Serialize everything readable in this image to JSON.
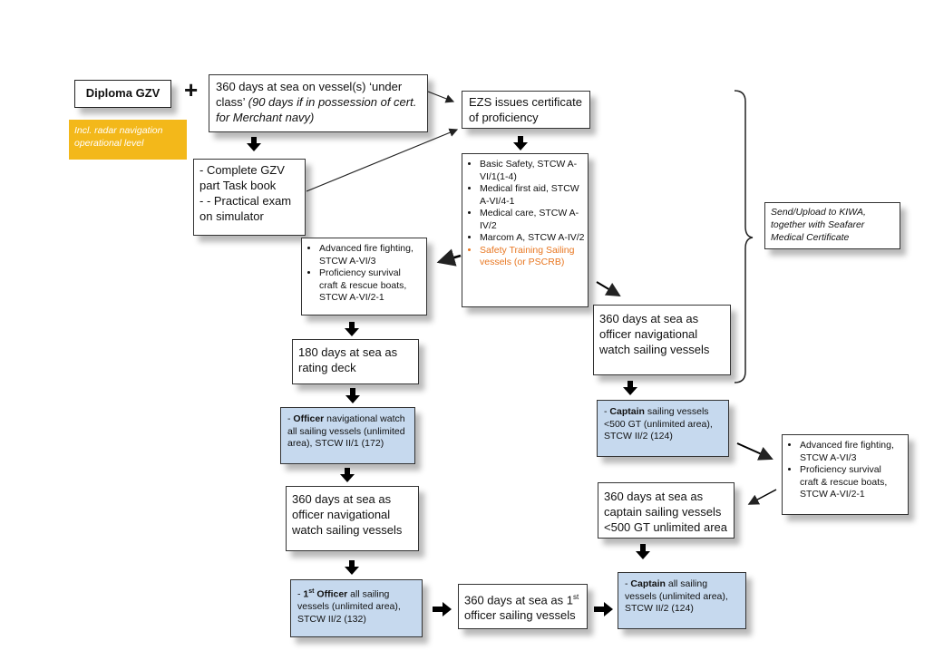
{
  "plus": "+",
  "diploma": "Diploma GZV",
  "radar_note": "Incl. radar navigation operational level",
  "under_class": {
    "main": "360 days at sea on vessel(s) ‘under class’ ",
    "italic": "(90 days if in possession of cert. for Merchant navy)"
  },
  "ezs": "EZS issues certificate of proficiency",
  "taskbook": [
    "- Complete GZV part Task book",
    "- - Practical exam on simulator"
  ],
  "courses_center": [
    "Basic Safety, STCW A-VI/1(1-4)",
    "Medical first aid, STCW A-VI/4-1",
    "Medical care, STCW A-IV/2",
    "Marcom A, STCW A-IV/2"
  ],
  "courses_center_orange": "Safety Training Sailing vessels (or PSCRB)",
  "courses_left": [
    "Advanced fire fighting, STCW A-VI/3",
    "Proficiency survival craft & rescue boats, STCW A-VI/2-1"
  ],
  "courses_right": [
    "Advanced fire fighting, STCW A-VI/3",
    "Proficiency survival craft & rescue boats, STCW A-VI/2-1"
  ],
  "kiwa": "Send/Upload to KIWA, together with Seafarer Medical Certificate",
  "sea_360_officer_right": "360 days at sea as officer navigational watch sailing vessels",
  "rating_180": "180 days at sea as rating deck",
  "officer_cert": {
    "prefix": "- ",
    "bold": "Officer",
    "rest": " navigational watch all sailing vessels (unlimited area), STCW II/1 (172)"
  },
  "captain500_cert": {
    "prefix": "- ",
    "bold": "Captain",
    "rest": " sailing vessels <500 GT (unlimited area), STCW II/2 (124)"
  },
  "sea_360_officer_left": "360 days at sea as officer navigational watch sailing vessels",
  "sea_360_captain": "360 days at sea as captain sailing vessels <500 GT unlimited area",
  "first_officer_cert": {
    "prefix": "- ",
    "bold": "1",
    "sup": "st",
    "bold2": " Officer",
    "rest": " all sailing vessels (unlimited area), STCW II/2 (132)"
  },
  "sea_360_first_officer": {
    "a": "360 days at sea as 1",
    "sup": "st",
    "b": " officer sailing vessels"
  },
  "captain_cert": {
    "prefix": "- ",
    "bold": "Captain",
    "rest": " all sailing vessels (unlimited area), STCW II/2 (124)"
  }
}
